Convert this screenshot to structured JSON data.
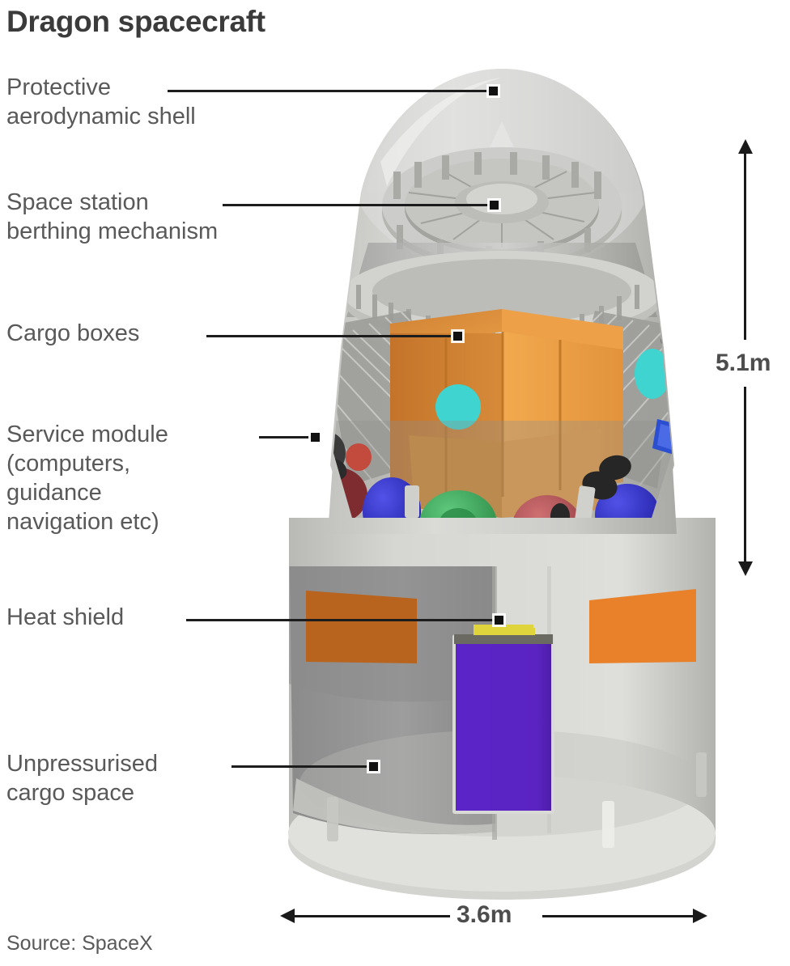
{
  "header": {
    "title": "Dragon spacecraft"
  },
  "callouts": [
    {
      "id": "protective-shell",
      "text": "Protective\naerodynamic shell"
    },
    {
      "id": "berthing-mechanism",
      "text": "Space station\nberthing mechanism"
    },
    {
      "id": "cargo-boxes",
      "text": "Cargo boxes"
    },
    {
      "id": "service-module",
      "text": "Service module\n(computers,\nguidance\nnavigation etc)"
    },
    {
      "id": "heat-shield",
      "text": "Heat shield"
    },
    {
      "id": "unpressurised-cargo",
      "text": "Unpressurised\ncargo space"
    }
  ],
  "dimensions": {
    "height": "5.1m",
    "width": "3.6m"
  },
  "footer": {
    "source": "Source: SpaceX"
  },
  "colors": {
    "title_text": "#3b3b3b",
    "label_text": "#59595a",
    "leader_line": "#1d1d1d",
    "shell_light": "#d9d9d7",
    "shell_mid": "#b9b9b6",
    "trunk_light": "#d8d8d4",
    "trunk_dark": "#8e8e8e",
    "cargo_orange_dark": "#cb7c2a",
    "cargo_orange_light": "#f0a44a",
    "heat_shield_green": "#2fa84f",
    "solar_panel_purple": "#5a24c4",
    "tank_blue": "#2a2ac0",
    "tank_red": "#b04d50",
    "tank_green": "#3ba55b",
    "teal_accent": "#3fd4cf",
    "background": "#ffffff"
  },
  "illustration": {
    "name": "dragon-spacecraft-cutaway",
    "description": "Cutaway 3D render of the SpaceX Dragon capsule atop its trunk"
  }
}
